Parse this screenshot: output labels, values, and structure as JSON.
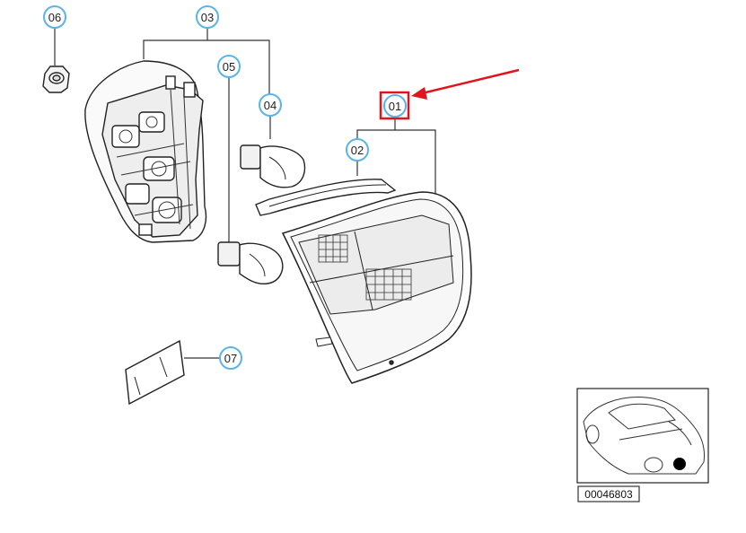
{
  "callouts": [
    {
      "id": "c06",
      "label": "06"
    },
    {
      "id": "c03",
      "label": "03"
    },
    {
      "id": "c05",
      "label": "05"
    },
    {
      "id": "c04",
      "label": "04"
    },
    {
      "id": "c01",
      "label": "01"
    },
    {
      "id": "c02",
      "label": "02"
    },
    {
      "id": "c07",
      "label": "07"
    }
  ],
  "highlight": {
    "callout": "01",
    "color": "#e0141e"
  },
  "callout_color": "#5ab4e6",
  "reference_number": "00046803"
}
